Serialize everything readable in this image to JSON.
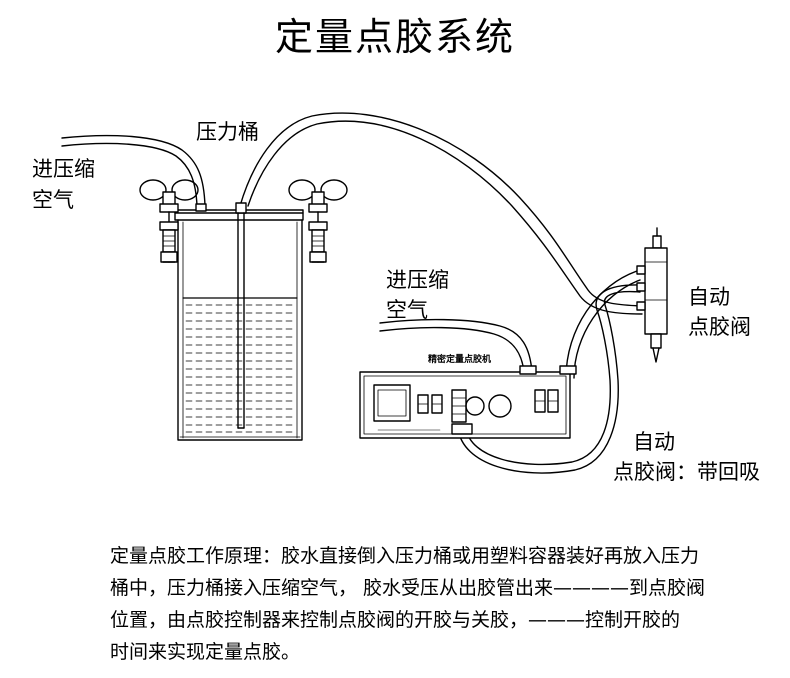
{
  "title": "定量点胶系统",
  "labels": {
    "pressure_bucket": "压力桶",
    "air_in_1_line1": "进压缩",
    "air_in_1_line2": "空气",
    "air_in_2_line1": "进压缩",
    "air_in_2_line2": "空气",
    "machine_name": "精密定量点胶机",
    "valve_1_line1": "自动",
    "valve_1_line2": "点胶阀",
    "valve_2_line1": "自动",
    "valve_2_line2": "点胶阀：带回吸"
  },
  "description": [
    "定量点胶工作原理：胶水直接倒入压力桶或用塑料容器装好再放入压力",
    "桶中，压力桶接入压缩空气，  胶水受压从出胶管出来————到点胶阀",
    "位置，由点胶控制器来控制点胶阀的开胶与关胶，———控制开胶的",
    "时间来实现定量点胶。"
  ]
}
